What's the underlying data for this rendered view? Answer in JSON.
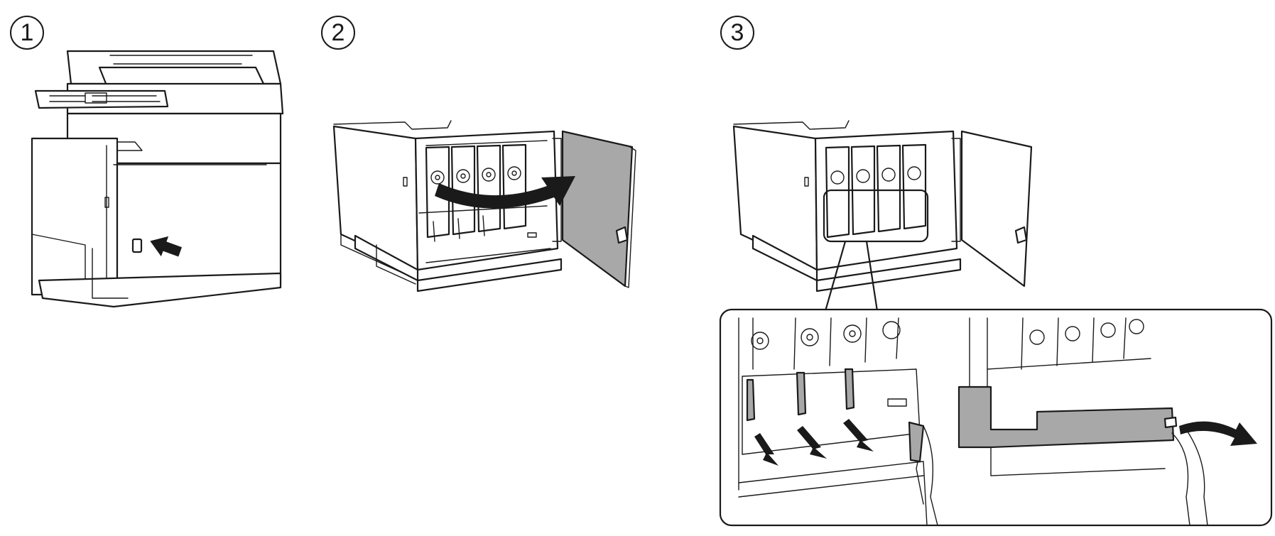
{
  "steps": [
    {
      "number": "1"
    },
    {
      "number": "2"
    },
    {
      "number": "3"
    }
  ],
  "colors": {
    "line": "#1a1a1a",
    "cover_fill": "#a8a8a8",
    "background": "#ffffff"
  }
}
